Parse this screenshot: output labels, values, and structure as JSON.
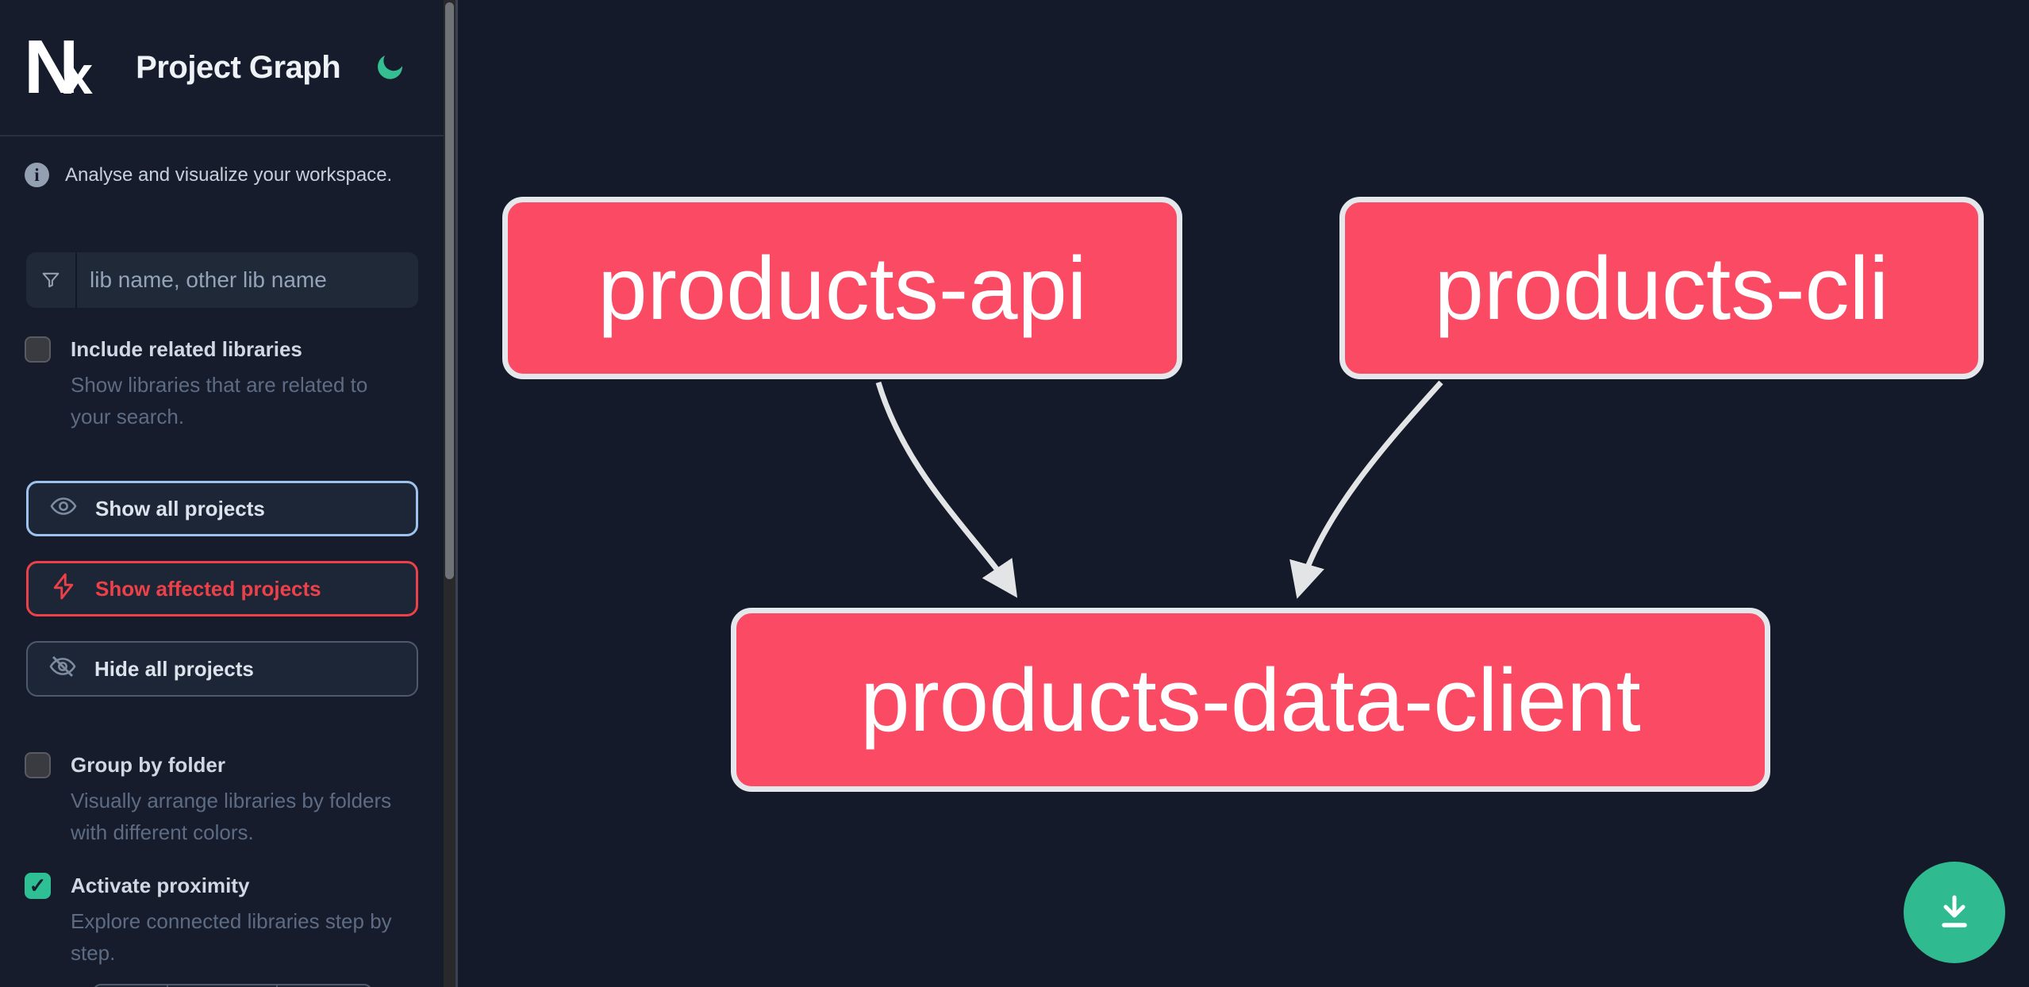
{
  "header": {
    "logo_n": "N",
    "logo_x": "x",
    "title": "Project Graph",
    "theme_icon": "moon-icon",
    "theme_color": "#34bf92"
  },
  "sidebar": {
    "tagline": "Analyse and visualize your workspace.",
    "search": {
      "placeholder": "lib name, other lib name",
      "value": "",
      "icon": "filter-funnel-icon"
    },
    "options": [
      {
        "label": "Include related libraries",
        "description": "Show libraries that are related to your search.",
        "checked": false
      },
      {
        "label": "Group by folder",
        "description": "Visually arrange libraries by folders with different colors.",
        "checked": false
      },
      {
        "label": "Activate proximity",
        "description": "Explore connected libraries step by step.",
        "checked": true
      }
    ],
    "check_glyph": "✓",
    "buttons": [
      {
        "label": "Show all projects",
        "icon": "eye-icon",
        "accent": "#9cc3ef"
      },
      {
        "label": "Show affected projects",
        "icon": "bolt-icon",
        "accent": "#ee4048"
      },
      {
        "label": "Hide all projects",
        "icon": "eye-off-icon",
        "accent": "#4d5a6b"
      }
    ],
    "info_icon_glyph": "i"
  },
  "graph": {
    "nodes": [
      {
        "id": "products-api",
        "label": "products-api"
      },
      {
        "id": "products-cli",
        "label": "products-cli"
      },
      {
        "id": "products-data-client",
        "label": "products-data-client"
      }
    ],
    "edges": [
      {
        "from": "products-api",
        "to": "products-data-client"
      },
      {
        "from": "products-cli",
        "to": "products-data-client"
      }
    ],
    "node_fill": "#fb4a63",
    "node_border": "#e4e7eb",
    "edge_color": "#e3e4e6"
  },
  "fab": {
    "icon": "download-icon",
    "color": "#30ba90"
  }
}
